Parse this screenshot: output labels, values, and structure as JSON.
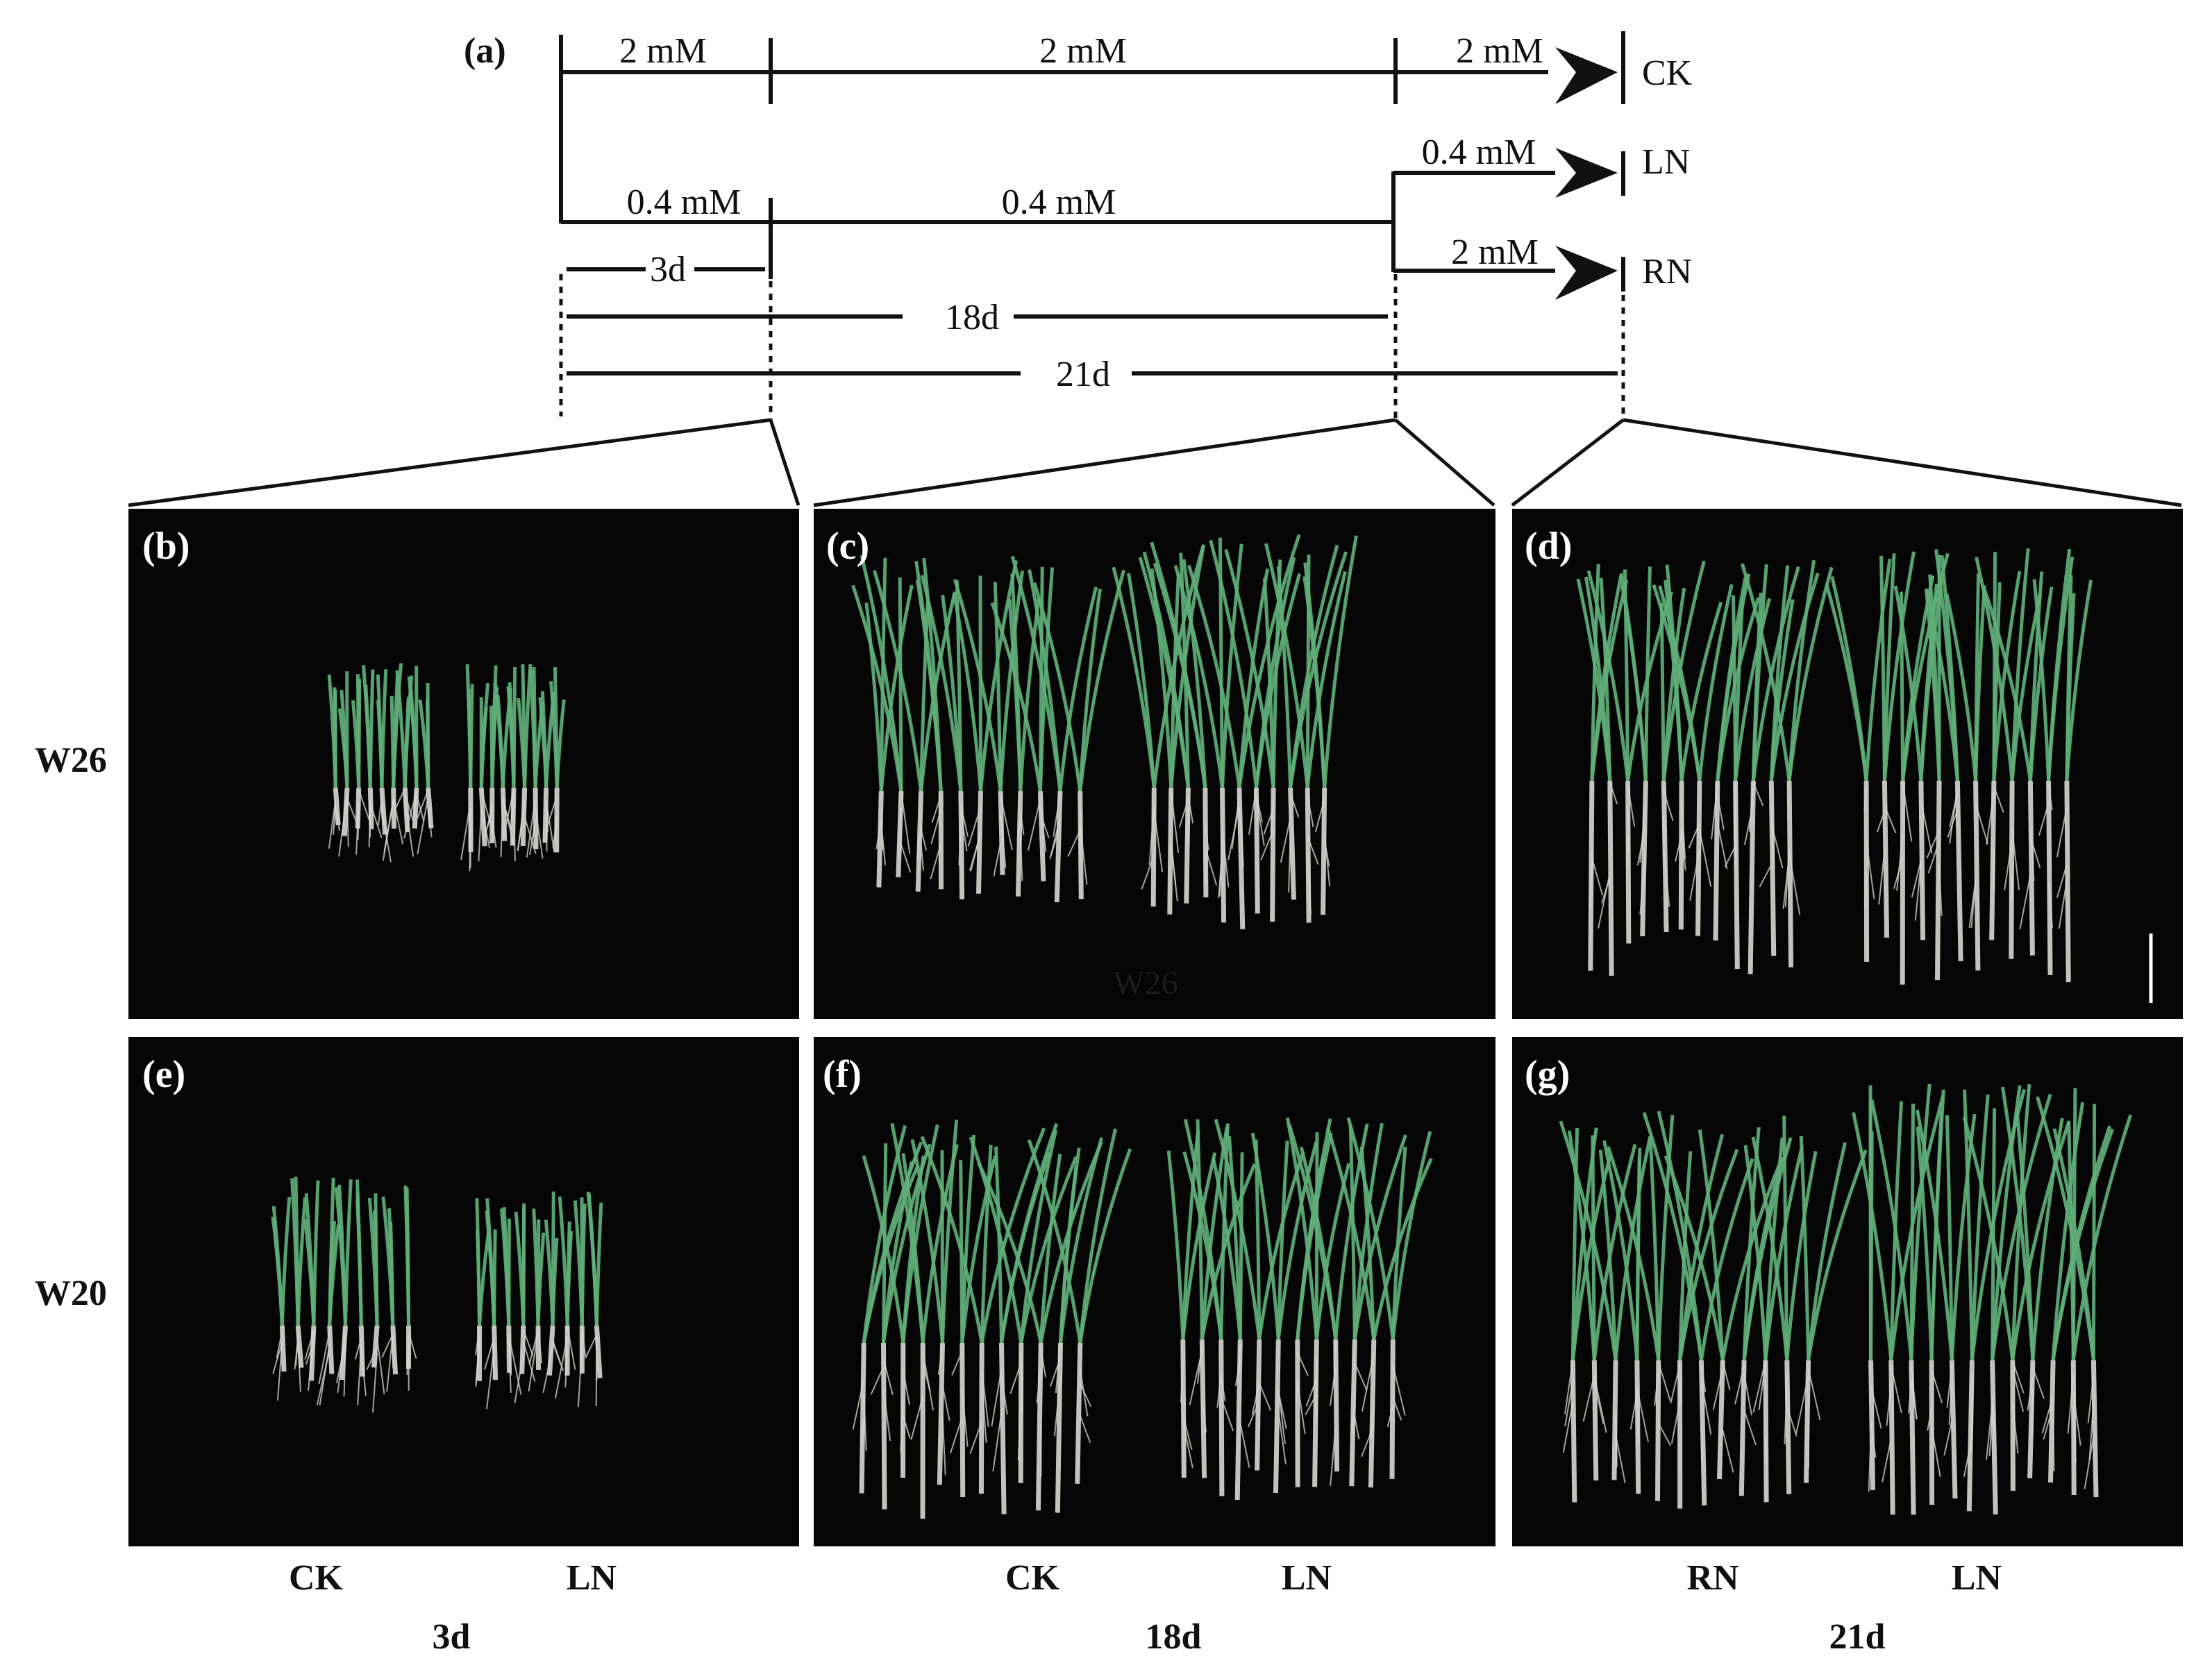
{
  "timeline": {
    "label": "(a)",
    "ck_row": {
      "segment_1": "2 mM",
      "segment_2": "2 mM",
      "segment_3": "2 mM",
      "end_label": "CK"
    },
    "low_row": {
      "segment_1": "0.4 mM",
      "segment_2": "0.4 mM"
    },
    "ln_branch": {
      "value": "0.4 mM",
      "end_label": "LN"
    },
    "rn_branch": {
      "value": "2 mM",
      "end_label": "RN"
    },
    "spans": {
      "span_3d": "3d",
      "span_18d": "18d",
      "span_21d": "21d"
    }
  },
  "panels": {
    "b": {
      "label": "(b)"
    },
    "c": {
      "label": "(c)",
      "watermark": "W26"
    },
    "d": {
      "label": "(d)"
    },
    "e": {
      "label": "(e)"
    },
    "f": {
      "label": "(f)"
    },
    "g": {
      "label": "(g)"
    }
  },
  "row_labels": {
    "top": "W26",
    "bottom": "W20"
  },
  "columns": [
    {
      "left": "CK",
      "right": "LN",
      "day": "3d"
    },
    {
      "left": "CK",
      "right": "LN",
      "day": "18d"
    },
    {
      "left": "RN",
      "right": "LN",
      "day": "21d"
    }
  ],
  "colors": {
    "panel_bg": "#050505",
    "line": "#111111",
    "leaf": "#5fae78",
    "root": "#d8d8d2"
  }
}
